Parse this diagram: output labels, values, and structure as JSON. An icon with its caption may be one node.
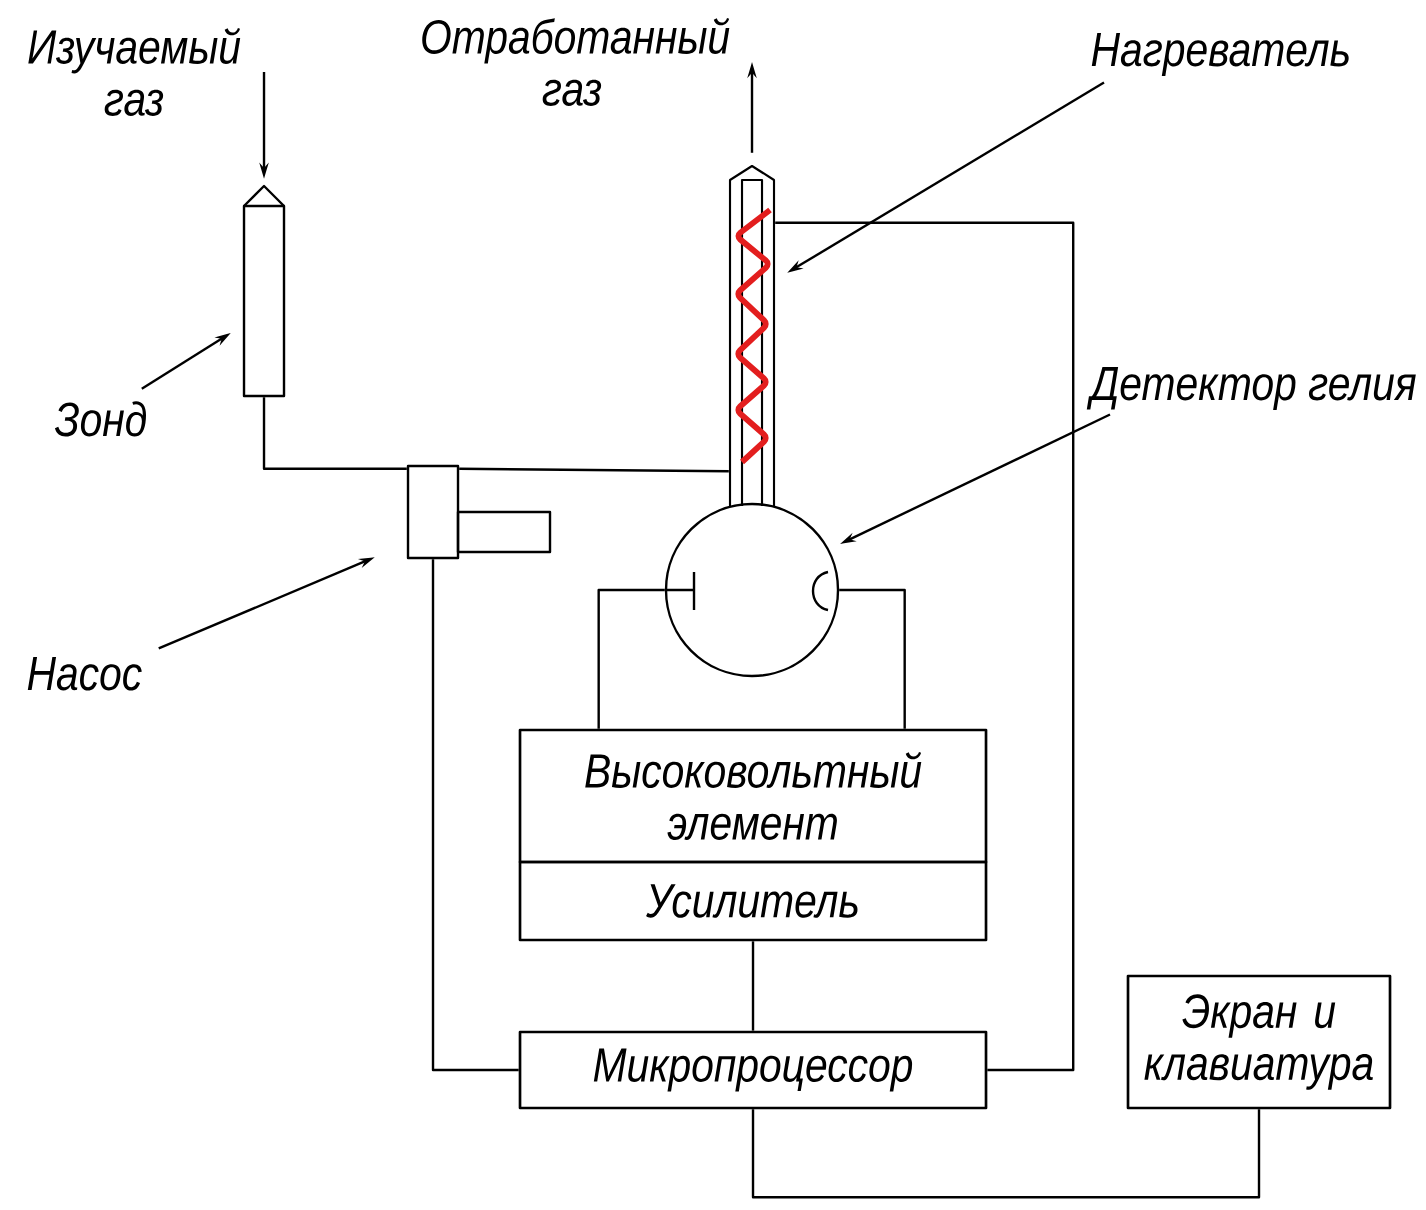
{
  "diagram": {
    "nodes": [
      {
        "text": [
          "Изучаемый газ"
        ]
      },
      {
        "text": [
          "Отработанный газ"
        ]
      },
      {
        "text": [
          "Нагреватель"
        ]
      },
      {
        "text": [],
        "shape": "picture"
      },
      {
        "text": [],
        "shape": "box"
      },
      {
        "text": [
          "Детектор гелия"
        ]
      },
      {
        "text": [
          "Зонд"
        ]
      },
      {
        "text": [],
        "shape": "box"
      },
      {
        "text": [],
        "shape": "circle"
      },
      {
        "text": [
          "Насос"
        ]
      },
      {
        "text": [
          "Высоковольтный элемент"
        ]
      },
      {
        "text": [
          "Усилитель"
        ]
      },
      {
        "text": [
          "Микропроцессор"
        ]
      },
      {
        "text": [
          "Экран и клавиатура"
        ]
      }
    ],
    "edges": [
      {
        "from": 0,
        "to": 4,
        "arrow": "to"
      },
      {
        "from": 3,
        "to": 1,
        "arrow": "to"
      },
      {
        "from": 2,
        "to": 3,
        "arrow": "to"
      },
      {
        "from": 6,
        "to": 4,
        "arrow": "to"
      },
      {
        "from": 5,
        "to": 8,
        "arrow": "to"
      },
      {
        "from": 9,
        "to": 7,
        "arrow": "to"
      },
      {
        "from": 4,
        "to": 7,
        "arrow": "none"
      },
      {
        "from": 7,
        "to": 3,
        "arrow": "none"
      },
      {
        "from": 7,
        "to": 12,
        "arrow": "none"
      },
      {
        "from": 3,
        "to": 12,
        "arrow": "none"
      },
      {
        "from": 8,
        "to": 10,
        "arrow": "none"
      },
      {
        "from": 8,
        "to": 10,
        "arrow": "none"
      },
      {
        "from": 11,
        "to": 12,
        "arrow": "none"
      },
      {
        "from": 12,
        "to": 13,
        "arrow": "none"
      }
    ]
  }
}
